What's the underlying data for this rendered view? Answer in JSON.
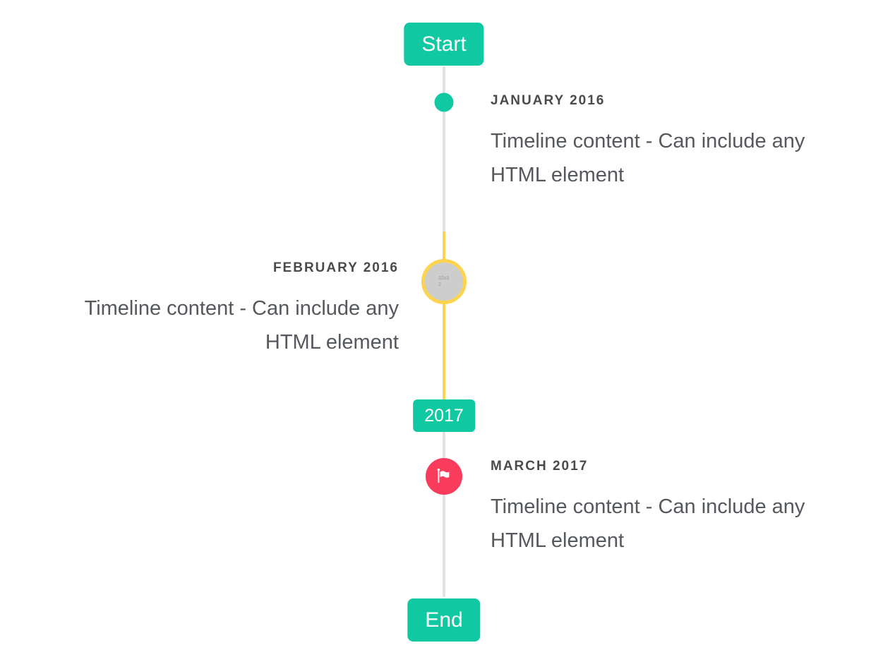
{
  "colors": {
    "accent_teal": "#10c8a2",
    "highlight_yellow": "#fdd34f",
    "flag_red": "#f93b5c",
    "line_gray": "#e2e2e2",
    "marker_gray_fill": "#cdcdcd",
    "title_text": "#4a4a4a",
    "body_text": "#55585c",
    "badge_text": "#ffffff"
  },
  "timeline": {
    "start_flag": "Start",
    "year_flag": "2017",
    "end_flag": "End",
    "entries": [
      {
        "title": "JANUARY 2016",
        "content": "Timeline content - Can include any HTML element",
        "side": "right",
        "marker": "teal-dot"
      },
      {
        "title": "FEBRUARY 2016",
        "content": "Timeline content - Can include any HTML element",
        "side": "left",
        "marker": "image-placeholder",
        "image_placeholder_text": "32x32"
      },
      {
        "title": "MARCH 2017",
        "content": "Timeline content - Can include any HTML element",
        "side": "right",
        "marker": "flag-icon"
      }
    ]
  }
}
